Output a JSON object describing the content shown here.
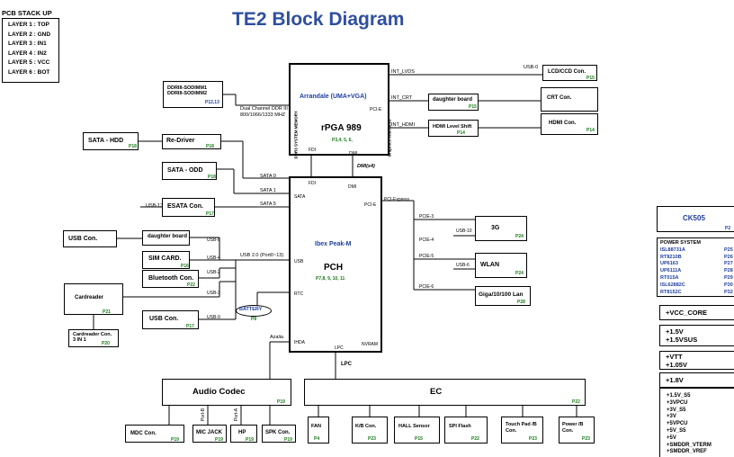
{
  "title": "TE2 Block Diagram",
  "pcb_stack": {
    "title": "PCB STACK UP",
    "layers": [
      "LAYER 1 : TOP",
      "LAYER 2 : GND",
      "LAYER 3 : IN1",
      "LAYER 4 : IN2",
      "LAYER 5 : VCC",
      "LAYER 6 : BOT"
    ]
  },
  "cpu": {
    "name": "Arrandale (UMA+VGA)",
    "package": "rPGA 989",
    "pages": "P3,4, 5, 6,",
    "left_label": "DDR3 SYSTEM MEMORY",
    "right_label": "Graphics Interfaces",
    "pcie": "PCI-E",
    "fdi": "FDI",
    "dmi": "DMI"
  },
  "pch": {
    "name": "Ibex Peak-M",
    "label": "PCH",
    "pages": "P7,8, 9, 10, 11",
    "fdi": "FDI",
    "dmi": "DMI",
    "sata": "SATA",
    "pcie": "PCI-E",
    "usb": "USB",
    "rtc": "RTC",
    "ihda": "IHDA",
    "lpc": "LPC",
    "nvram": "NVRAM"
  },
  "sodimm": {
    "line1": "DDRIII-SODIMM1",
    "line2": "DDRIII-SODIMM2",
    "page": "P12,13"
  },
  "ddr_signal": {
    "line1": "Dual Channel DDR III",
    "line2": "800/1066/1333 MHZ"
  },
  "dmi_x4": "DMI(x4)",
  "sata_hdd": {
    "label": "SATA - HDD",
    "page": "P18"
  },
  "redriver": {
    "label": "Re-Driver",
    "page": "P18"
  },
  "sata_odd": {
    "label": "SATA - ODD",
    "page": "P18"
  },
  "esata": {
    "label": "ESATA Con.",
    "page": "P17",
    "usb": "USB-13"
  },
  "sata_signals": [
    "SATA 0",
    "SATA 1",
    "SATA 5"
  ],
  "usb_con": {
    "label": "USB Con."
  },
  "daughter_board_usb": {
    "label": "daughter board"
  },
  "sim_card": {
    "label": "SIM CARD.",
    "page": "P16"
  },
  "bluetooth": {
    "label": "Bluetooth Con.",
    "page": "P22"
  },
  "usb_con2": {
    "label": "USB Con.",
    "page": "P17"
  },
  "cardreader": {
    "label": "Cardreader",
    "page": "P21"
  },
  "cardreader_con": {
    "line1": "Cardreader Con.",
    "line2": "3 IN 1",
    "page": "P20"
  },
  "usb_signals": [
    "USB-8",
    "USB-4",
    "USB-2",
    "USB-3",
    "USB-9"
  ],
  "usb20": "USB 2.0 (Port0~13)",
  "battery": {
    "label": "BATTERY",
    "page": "P8"
  },
  "azalia": "Azalia",
  "lpc_label": "LPC",
  "int_lvds": "INT_LVDS",
  "usb0": "USB-0",
  "lcd": {
    "label": "LCD/CCD Con.",
    "page": "P15"
  },
  "int_crt": "INT_CRT",
  "daughter_board_crt": {
    "label": "daughter board",
    "page": "P15"
  },
  "crt": {
    "label": "CRT Con."
  },
  "int_hdmi": "INT_HDMI",
  "hdmi_shift": {
    "label": "HDMI Level Shift",
    "page": "P14"
  },
  "hdmi": {
    "label": "HDMI Con.",
    "page": "P14"
  },
  "pci_express": "PCI-Express",
  "pcie_signals": [
    "PCIE-3",
    "PCIE-4",
    "PCIE-5",
    "PCIE-6"
  ],
  "usb10": "USB-10",
  "usb6": "USB-6",
  "m3g": {
    "label": "3G",
    "page": "P24"
  },
  "wlan": {
    "label": "WLAN",
    "page": "P24"
  },
  "lan": {
    "label": "Giga/10/100 Lan",
    "page": "P28"
  },
  "audio": {
    "label": "Audio Codec",
    "page": "P19"
  },
  "ec": {
    "label": "EC",
    "page": "P22"
  },
  "port_b": "Port-B",
  "port_a": "Port-A",
  "audio_children": [
    {
      "label": "MDC Con.",
      "page": "P19"
    },
    {
      "label": "MIC JACK",
      "page": "P19"
    },
    {
      "label": "HP",
      "page": "P19"
    },
    {
      "label": "SPK Con.",
      "page": "P19"
    }
  ],
  "ec_children": [
    {
      "label": "FAN",
      "page": "P4"
    },
    {
      "label": "K/B Con.",
      "page": "P23"
    },
    {
      "label": "HALL Sensor",
      "page": "P15"
    },
    {
      "label": "SPI Flash",
      "page": "P22"
    },
    {
      "label": "Touch Pad /B Con.",
      "page": "P23"
    },
    {
      "label": "Power /B Con.",
      "page": "P23"
    }
  ],
  "ck505": {
    "label": "CK505",
    "page": "P2"
  },
  "power_system": {
    "title": "POWER SYSTEM",
    "items": [
      {
        "name": "ISL88731A",
        "page": "P25"
      },
      {
        "name": "RT8210B",
        "page": "P26"
      },
      {
        "name": "UP6163",
        "page": "P27"
      },
      {
        "name": "UP6111A",
        "page": "P28"
      },
      {
        "name": "RT015A",
        "page": "P29"
      },
      {
        "name": "ISL62882C",
        "page": "P30"
      },
      {
        "name": "RT8152C",
        "page": "P32"
      }
    ]
  },
  "rails": {
    "vcc_core": "+VCC_CORE",
    "r15": [
      "+1.5V",
      "+1.5VSUS"
    ],
    "vtt": [
      "+VTT",
      "+1.05V"
    ],
    "r18": "+1.8V",
    "list": [
      "+1.5V_S5",
      "+3VPCU",
      "+3V_S5",
      "+3V",
      "+5VPCU",
      "+5V_S5",
      "+5V",
      "+SMDDR_VTERM",
      "+SMDDR_VREF"
    ]
  },
  "colors": {
    "title": "#2f4f9f",
    "page_ref": "#1a7a1a",
    "cpu_text": "#1f3f9f"
  }
}
